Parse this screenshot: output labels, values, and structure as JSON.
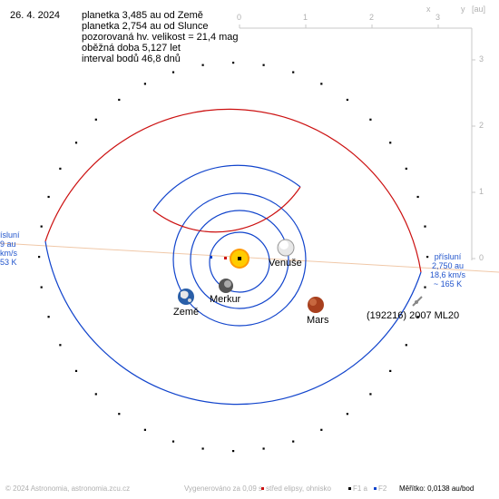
{
  "date": "26. 4. 2024",
  "info_lines": [
    "planetka 3,485 au od Země",
    "planetka 2,754 au od Slunce",
    "pozorovaná hv. velikost = 21,4 mag",
    "oběžná doba 5,127 let",
    "interval bodů 46,8 dnů"
  ],
  "axes": {
    "x_ticks": [
      "0",
      "1",
      "2",
      "3"
    ],
    "y_ticks": [
      "3",
      "2",
      "1",
      "0"
    ],
    "x_label": "x",
    "y_label": "y",
    "unit": "[au]"
  },
  "bodies": {
    "venus": "Venuše",
    "mercury": "Merkur",
    "earth": "Země",
    "mars": "Mars",
    "asteroid": "(192216) 2007 ML20"
  },
  "perihelion": {
    "line1": "přísluní",
    "line2": "2,750 au",
    "line3": "18,6 km/s",
    "line4": "~ 165 K"
  },
  "aphelion_partial": {
    "line1": "ísluní",
    "line2": "9 au",
    "line3": "km/s",
    "line4": "53 K"
  },
  "footer": {
    "copyright": "© 2024 Astronomia, astronomia.zcu.cz",
    "generated": "Vygenerováno za 0,09 s",
    "center_legend": "střed elipsy, ohnisko",
    "f1_legend": "F1 a",
    "f2_legend": "F2",
    "scale_label": "Měřítko:",
    "scale_value": "0,0138 au/bod"
  },
  "colors": {
    "orbit_blue": "#1144cc",
    "orbit_red": "#cc1111",
    "apsis_line": "#f0c8a8",
    "sun": "#ffcc00",
    "axis_gray": "#c0c0c0"
  }
}
